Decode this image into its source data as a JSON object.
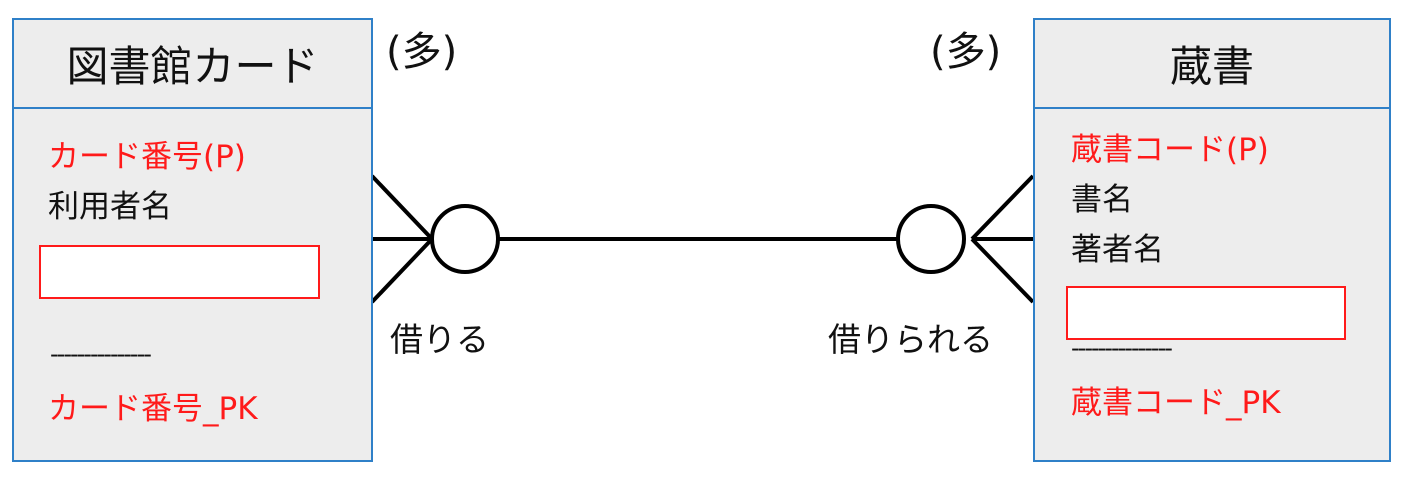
{
  "entities": {
    "left": {
      "title": "図書館カード",
      "attributes": [
        "カード番号(P)",
        "利用者名"
      ],
      "separator": "---------------",
      "pk": "カード番号_PK"
    },
    "right": {
      "title": "蔵書",
      "attributes": [
        "蔵書コード(P)",
        "書名",
        "著者名"
      ],
      "separator": "---------------",
      "pk": "蔵書コード_PK"
    }
  },
  "relationship": {
    "left_multiplicity": "(多)",
    "right_multiplicity": "(多)",
    "left_label": "借りる",
    "right_label": "借りられる"
  },
  "colors": {
    "border": "#2f80c8",
    "key": "#ff1a1a",
    "fill": "#ededed"
  }
}
